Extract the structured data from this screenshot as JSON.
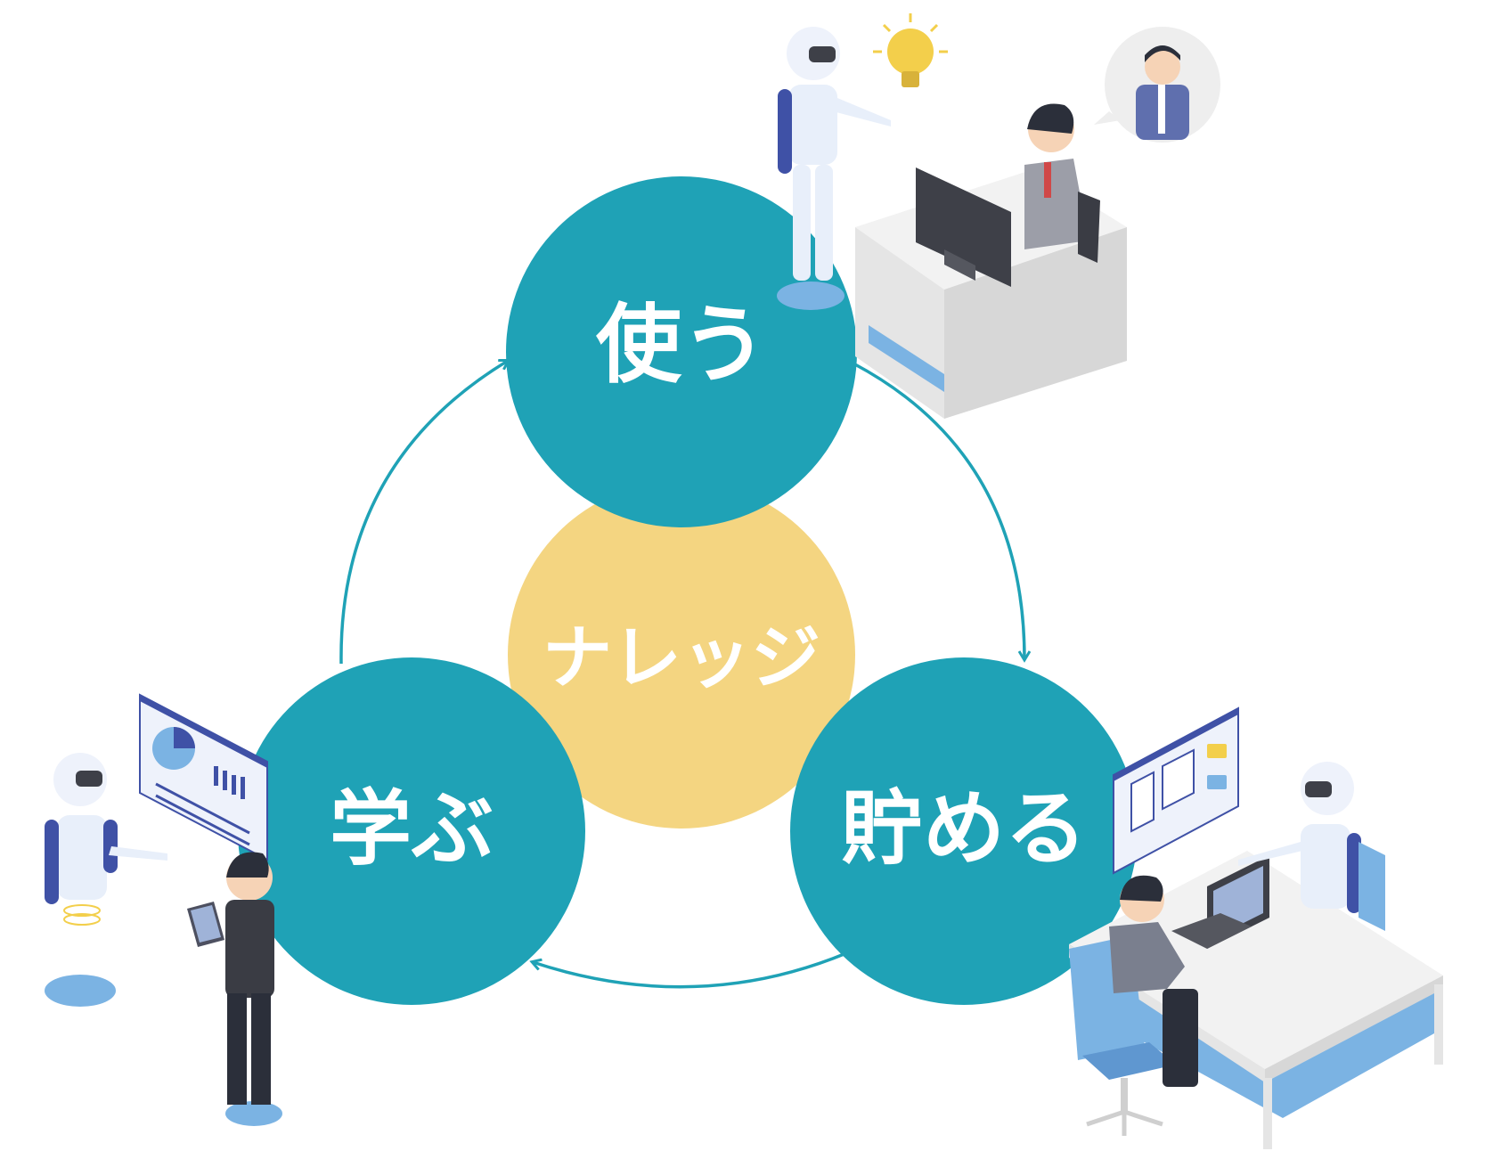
{
  "diagram": {
    "center": {
      "label": "ナレッジ"
    },
    "nodes": [
      {
        "id": "use",
        "label": "使う"
      },
      {
        "id": "store",
        "label": "貯める"
      },
      {
        "id": "learn",
        "label": "学ぶ"
      }
    ],
    "cycle": [
      "使う",
      "貯める",
      "学ぶ"
    ],
    "colors": {
      "node": "#1fa2b6",
      "center": "#f4d581",
      "arrow": "#1fa2b6",
      "accent_blue": "#7bb3e3",
      "robot_blue": "#3f51a6",
      "bulb": "#f3cf4b"
    },
    "illustrations": [
      {
        "scene": "use-scene",
        "icons": [
          "robot-icon",
          "lightbulb-icon",
          "operator-icon",
          "monitor-icon",
          "desk-icon",
          "phone-caller-icon"
        ]
      },
      {
        "scene": "store-scene",
        "icons": [
          "robot-icon",
          "worker-icon",
          "laptop-icon",
          "desk-icon",
          "chair-icon",
          "document-panel-icon"
        ]
      },
      {
        "scene": "learn-scene",
        "icons": [
          "robot-icon",
          "person-with-tablet-icon",
          "chart-panel-icon"
        ]
      }
    ]
  }
}
